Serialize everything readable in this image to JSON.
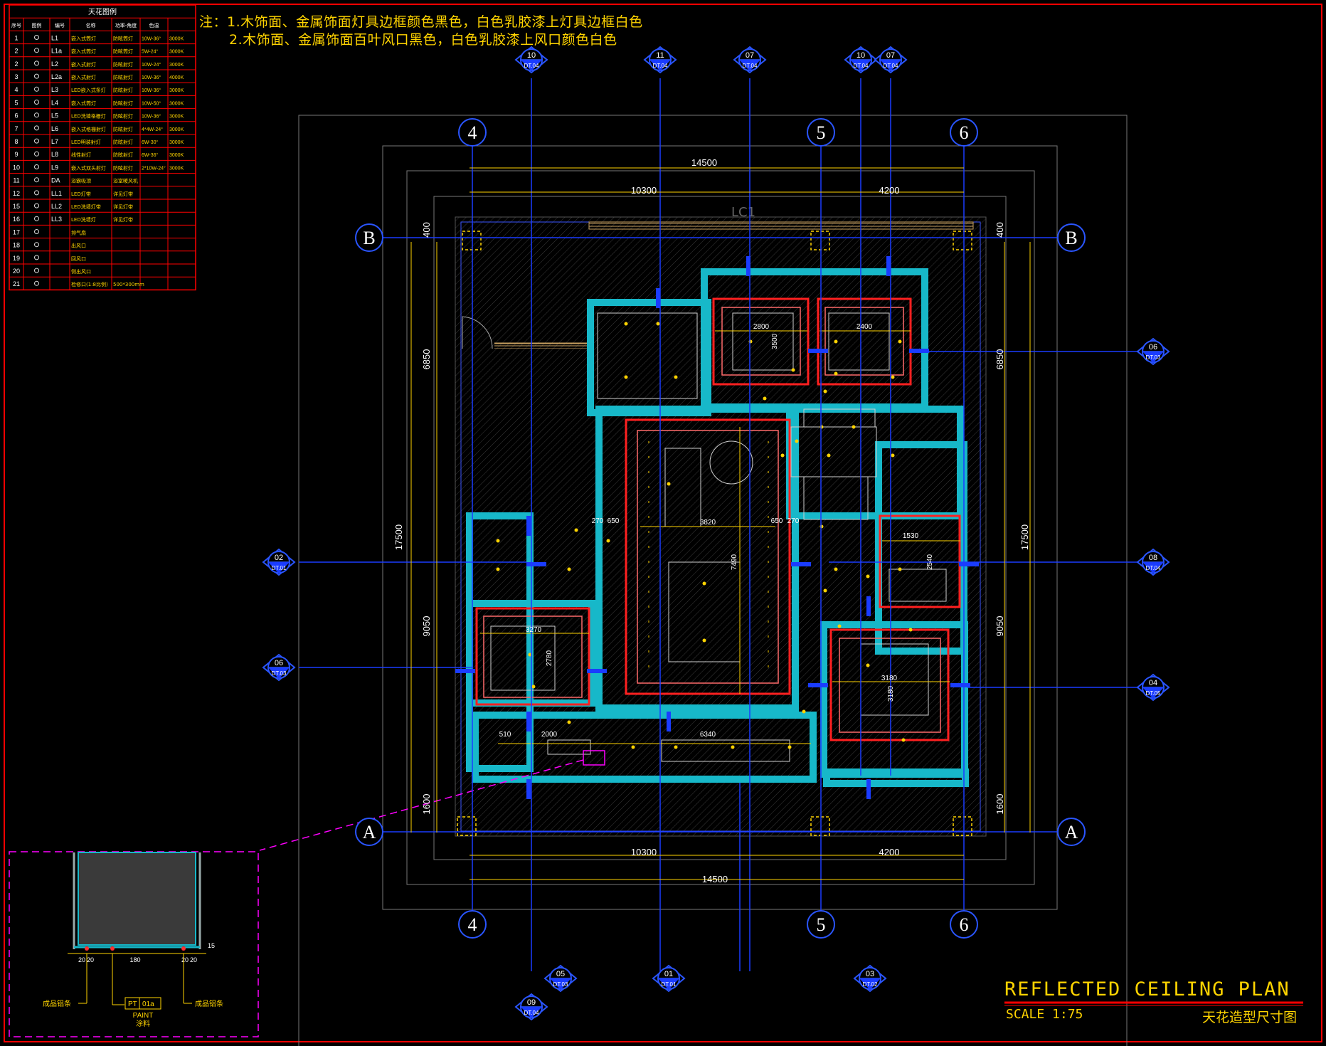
{
  "notes": [
    "注：1.木饰面、金属饰面灯具边框颜色黑色，白色乳胶漆上灯具边框白色",
    "2.木饰面、金属饰面百叶风口黑色，白色乳胶漆上风口颜色白色"
  ],
  "legend": {
    "title": "天花图例",
    "headers": [
      "序号",
      "图例",
      "编号",
      "名称",
      "功率-角度",
      "色温"
    ],
    "rows": [
      {
        "no": "1",
        "code": "L1",
        "name": "嵌入式筒灯",
        "spec": "防眩筒灯",
        "power": "10W-36°",
        "temp": "3000K"
      },
      {
        "no": "2",
        "code": "L1a",
        "name": "嵌入式筒灯",
        "spec": "防眩筒灯",
        "power": "5W-24°",
        "temp": "3000K"
      },
      {
        "no": "2",
        "code": "L2",
        "name": "嵌入式射灯",
        "spec": "防眩射灯",
        "power": "10W-24°",
        "temp": "3000K"
      },
      {
        "no": "3",
        "code": "L2a",
        "name": "嵌入式射灯",
        "spec": "防眩射灯",
        "power": "10W-36°",
        "temp": "4000K"
      },
      {
        "no": "4",
        "code": "L3",
        "name": "LED嵌入式条灯",
        "spec": "防眩射灯",
        "power": "10W-36°",
        "temp": "3000K"
      },
      {
        "no": "5",
        "code": "L4",
        "name": "嵌入式筒灯",
        "spec": "防眩射灯",
        "power": "10W-50°",
        "temp": "3000K"
      },
      {
        "no": "6",
        "code": "L5",
        "name": "LED洗墙格栅灯",
        "spec": "防眩射灯",
        "power": "10W-36°",
        "temp": "3000K"
      },
      {
        "no": "7",
        "code": "L6",
        "name": "嵌入式格栅射灯",
        "spec": "防眩射灯",
        "power": "4*4W-24°",
        "temp": "3000K"
      },
      {
        "no": "8",
        "code": "L7",
        "name": "LED明装射灯",
        "spec": "防眩射灯",
        "power": "6W-30°",
        "temp": "3000K"
      },
      {
        "no": "9",
        "code": "L8",
        "name": "线性射灯",
        "spec": "防眩射灯",
        "power": "6W-36°",
        "temp": "3000K"
      },
      {
        "no": "10",
        "code": "L9",
        "name": "嵌入式双头射灯",
        "spec": "防眩射灯",
        "power": "2*10W-24°",
        "temp": "3000K"
      },
      {
        "no": "11",
        "code": "DA",
        "name": "浴霸吸顶",
        "spec": "浴室暖风机",
        "power": "",
        "temp": ""
      },
      {
        "no": "12",
        "code": "LL1",
        "name": "LED灯带",
        "spec": "详见灯带",
        "power": "",
        "temp": ""
      },
      {
        "no": "15",
        "code": "LL2",
        "name": "LED洗墙灯带",
        "spec": "详见灯带",
        "power": "",
        "temp": ""
      },
      {
        "no": "16",
        "code": "LL3",
        "name": "LED洗墙灯",
        "spec": "详见灯带",
        "power": "",
        "temp": ""
      },
      {
        "no": "17",
        "code": "",
        "name": "排气扇",
        "spec": "",
        "power": "",
        "temp": ""
      },
      {
        "no": "18",
        "code": "",
        "name": "出风口",
        "spec": "",
        "power": "",
        "temp": ""
      },
      {
        "no": "19",
        "code": "",
        "name": "回风口",
        "spec": "",
        "power": "",
        "temp": ""
      },
      {
        "no": "20",
        "code": "",
        "name": "侧出风口",
        "spec": "",
        "power": "",
        "temp": ""
      },
      {
        "no": "21",
        "code": "",
        "name": "检修口(1:8比例)",
        "spec": "500*300mm",
        "power": "",
        "temp": ""
      }
    ]
  },
  "grid_labels": {
    "col4": "4",
    "col5": "5",
    "col6": "6",
    "rowA": "A",
    "rowB": "B"
  },
  "dims": {
    "total_width": "14500",
    "left_span": "10300",
    "right_span": "4200",
    "total_height": "17500",
    "upper": "6850",
    "lower": "9050",
    "bottom": "1600",
    "top": "400",
    "lc1": "LC1",
    "bed_w": "2800",
    "bed_h": "3500",
    "bed2_w": "2400",
    "living_w": "3820",
    "living_h": "7490",
    "left_room_w": "3270",
    "left_room_h": "2780",
    "master_w": "3180",
    "master_h": "3180",
    "bath_w": "1530",
    "bath_h": "2540",
    "corr_len": "6340",
    "corr_a": "2000",
    "corr_b": "510",
    "side_270": "270",
    "side_650": "650"
  },
  "callouts": {
    "top": [
      {
        "num": "10",
        "ref": "DT.04"
      },
      {
        "num": "11",
        "ref": "DT.04"
      },
      {
        "num": "07",
        "ref": "DT.04"
      },
      {
        "num": "10",
        "ref": "DT.04"
      },
      {
        "num": "07",
        "ref": "DT.04"
      }
    ],
    "left": [
      {
        "num": "02",
        "ref": "DT.01"
      },
      {
        "num": "06",
        "ref": "DT.03"
      }
    ],
    "right": [
      {
        "num": "06",
        "ref": "DT.03"
      },
      {
        "num": "08",
        "ref": "DT.04"
      },
      {
        "num": "04",
        "ref": "DT.05"
      }
    ],
    "bottom": [
      {
        "num": "09",
        "ref": "DT.04"
      },
      {
        "num": "05",
        "ref": "DT.03"
      },
      {
        "num": "01",
        "ref": "DT.01"
      },
      {
        "num": "03",
        "ref": "DT.02"
      }
    ]
  },
  "detail": {
    "dims": [
      "20",
      "20",
      "180",
      "20",
      "20",
      "15"
    ],
    "left_note": "成品铝条",
    "right_note": "成品铝条",
    "tag_a": "PT",
    "tag_b": "01a",
    "tag_label": "PAINT",
    "tag_cn": "涂料"
  },
  "title": {
    "main": "REFLECTED CEILING PLAN",
    "scale": "SCALE 1:75",
    "cn": "天花造型尺寸图"
  },
  "colors": {
    "frame": "#ff0000",
    "yellow": "#ffd400",
    "blue": "#1a3cff",
    "cyan": "#17b8c9",
    "teal": "#0f7d8c",
    "magenta": "#ff00ff",
    "white": "#ffffff"
  }
}
